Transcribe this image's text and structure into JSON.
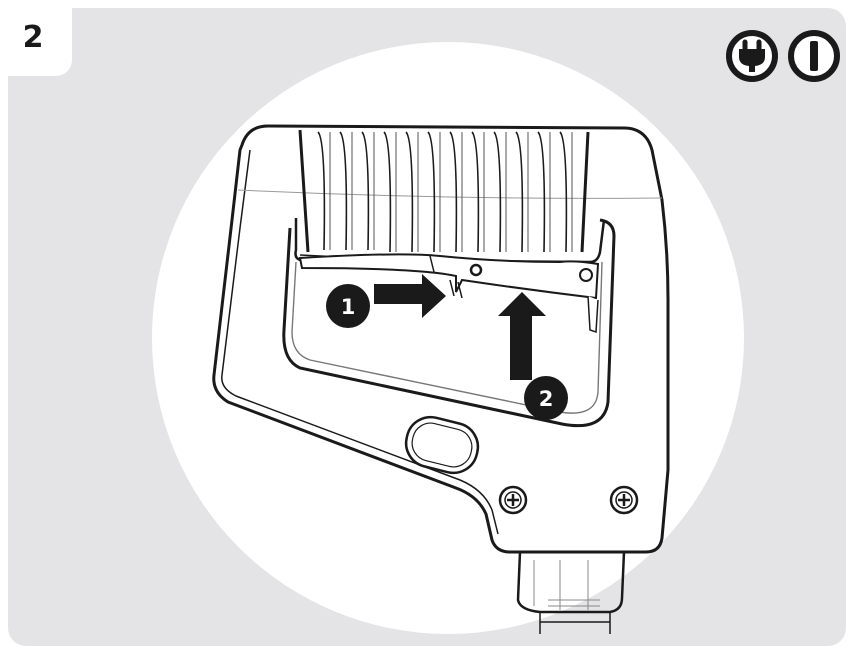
{
  "step": {
    "number": "2"
  },
  "icons": {
    "power_plug": "plug-icon",
    "power_switch": "power-off-icon"
  },
  "callouts": [
    {
      "label": "1",
      "arrow": "right"
    },
    {
      "label": "2",
      "arrow": "up"
    }
  ],
  "colors": {
    "panel": "#e4e4e6",
    "ink": "#1a1a1a",
    "circle": "#ffffff"
  }
}
